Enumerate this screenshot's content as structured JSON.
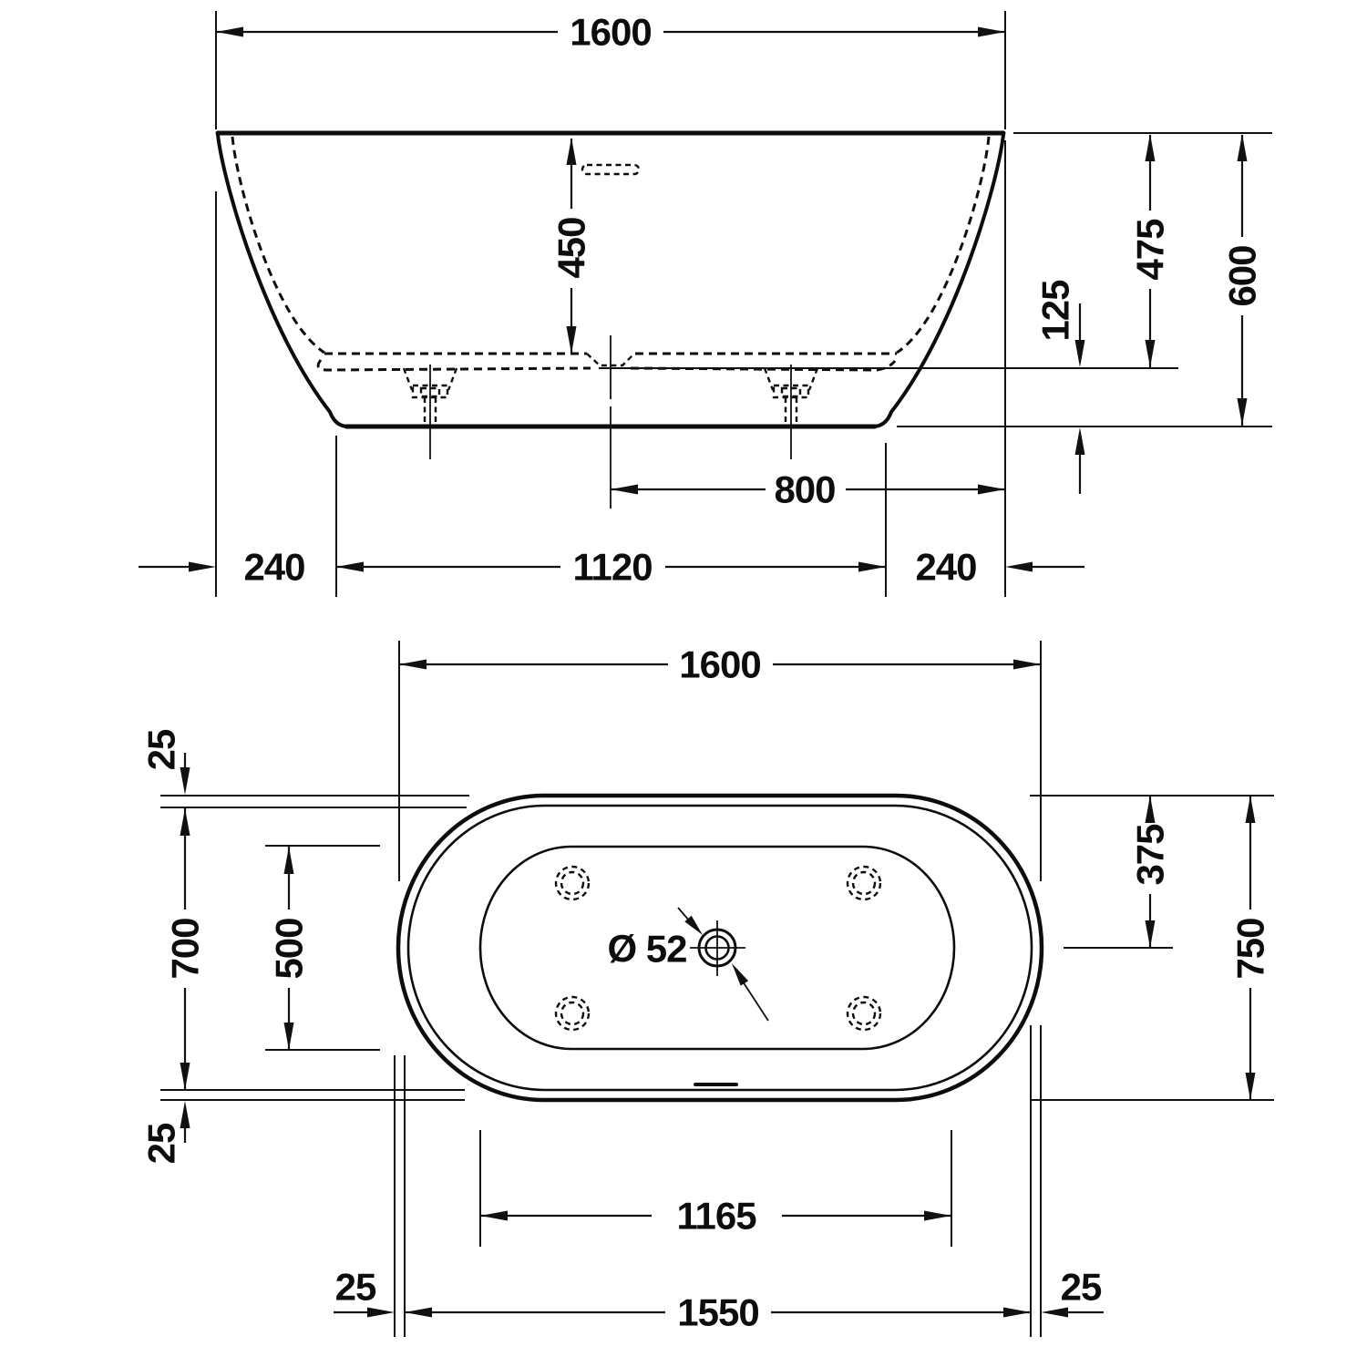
{
  "drawing": {
    "type": "bathtub technical dimension drawing",
    "background_color": "#ffffff",
    "line_color": "#0d0d0d",
    "side_view": {
      "dims": {
        "overall_width": "1600",
        "inner_depth": "450",
        "rim_to_inner_floor": "475",
        "floor_clearance": "125",
        "overall_height": "600",
        "drain_center_to_right_edge": "800",
        "left_overhang": "240",
        "base_length": "1120",
        "right_overhang": "240"
      }
    },
    "plan_view": {
      "dims": {
        "overall_length": "1600",
        "rim_width_top": "25",
        "inner_width": "700",
        "floor_width": "500",
        "rim_width_bottom_left": "25",
        "drain_offset_from_edge": "375",
        "overall_width": "750",
        "drain_diameter": "Ø 52",
        "floor_length": "1165",
        "rim_width_left": "25",
        "inner_length": "1550",
        "rim_width_right": "25"
      }
    }
  }
}
